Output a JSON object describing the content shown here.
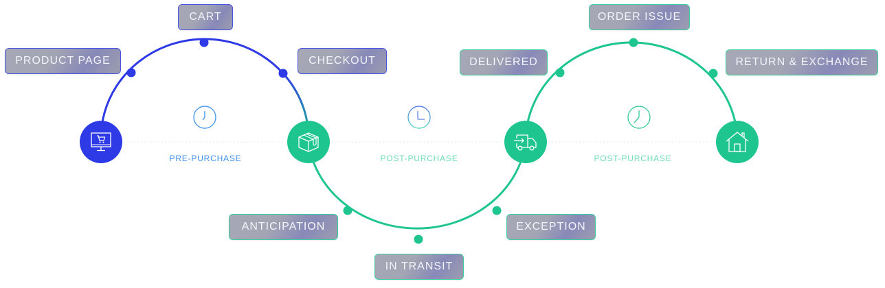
{
  "colors": {
    "pre_purchase": "#2d3ae6",
    "post_purchase": "#1fc58f",
    "pre_label": "#3f8ff0",
    "post_label": "#6fddb5",
    "box_text": "#f3f4f8"
  },
  "phases": [
    {
      "label": "PRE-PURCHASE",
      "icon": "clock-icon"
    },
    {
      "label": "POST-PURCHASE",
      "icon": "clock-icon"
    },
    {
      "label": "POST-PURCHASE",
      "icon": "clock-icon"
    }
  ],
  "stages": [
    {
      "icon": "desktop-cart-icon"
    },
    {
      "icon": "package-box-icon"
    },
    {
      "icon": "delivery-truck-icon"
    },
    {
      "icon": "house-icon"
    }
  ],
  "touchpoints": [
    {
      "label": "PRODUCT PAGE"
    },
    {
      "label": "CART"
    },
    {
      "label": "CHECKOUT"
    },
    {
      "label": "ANTICIPATION"
    },
    {
      "label": "IN TRANSIT"
    },
    {
      "label": "EXCEPTION"
    },
    {
      "label": "DELIVERED"
    },
    {
      "label": "ORDER ISSUE"
    },
    {
      "label": "RETURN & EXCHANGE"
    }
  ]
}
